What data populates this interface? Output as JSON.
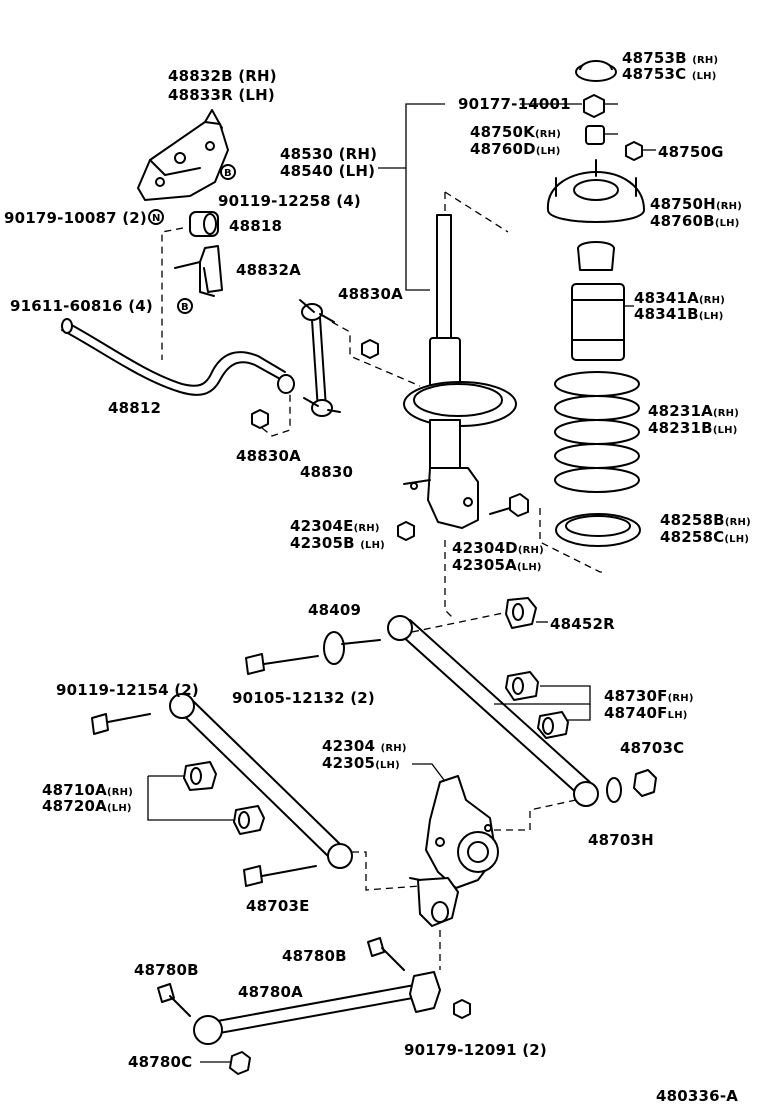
{
  "drawing_number": "480336-A",
  "parts": {
    "p48832B": "48832B (RH)",
    "p48833R": "48833R (LH)",
    "p90119_12258": "90119-12258 (4)",
    "p90179_10087": "90179-10087 (2)",
    "p48818": "48818",
    "p48832A": "48832A",
    "p91611_60816": "91611-60816 (4)",
    "p48812": "48812",
    "p48830A_top": "48830A",
    "p48830A_bottom": "48830A",
    "p48830": "48830",
    "p90177_14001": "90177-14001",
    "p48530": "48530 (RH)",
    "p48540": "48540 (LH)",
    "p48753B": "48753B",
    "p48753C": "48753C",
    "p48750K": "48750K",
    "p48760D": "48760D",
    "p48750G": "48750G",
    "p48750H": "48750H",
    "p48760B": "48760B",
    "p48341A": "48341A",
    "p48341B": "48341B",
    "p48231A": "48231A",
    "p48231B": "48231B",
    "p48258B": "48258B",
    "p48258C": "48258C",
    "p42304E": "42304E",
    "p42305B": "42305B",
    "p42304D": "42304D",
    "p42305A": "42305A",
    "p48409": "48409",
    "p48452R": "48452R",
    "p90105_12132": "90105-12132 (2)",
    "p90119_12154": "90119-12154 (2)",
    "p48730F": "48730F",
    "p48740F": "48740F",
    "p48703C": "48703C",
    "p42304": "42304",
    "p42305": "42305",
    "p48710A": "48710A",
    "p48720A": "48720A",
    "p48703H": "48703H",
    "p48703E": "48703E",
    "p48780B_right": "48780B",
    "p48780B_left": "48780B",
    "p48780A": "48780A",
    "p48780C": "48780C",
    "p90179_12091": "90179-12091 (2)"
  },
  "side": {
    "rh_paren": "(RH)",
    "lh_paren": "(LH)",
    "rh_space_paren": " (RH)",
    "lh_space_paren": " (LH)",
    "rh": "(RH)",
    "lh": "(LH)",
    "rh_tight": "(RH)",
    "lh_tight": "LH)",
    "lh_sub": "(LH)",
    "rh_sub": "(RH)",
    "ab_rh": "(RH)",
    "ab_lh": "(LH)"
  },
  "markers": {
    "nut_n": "N",
    "bolt_b1": "B",
    "bolt_b2": "B"
  }
}
